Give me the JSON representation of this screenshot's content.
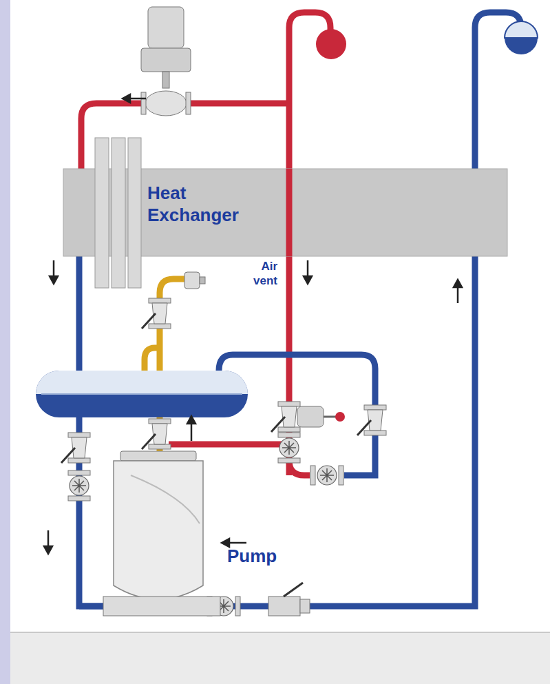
{
  "diagram": {
    "nodes": [
      {
        "text": [
          "Heat Exchanger"
        ]
      },
      {
        "text": [
          "Pump"
        ]
      }
    ],
    "edges": [
      {
        "from": 0,
        "to": 1,
        "arrow": "none"
      }
    ],
    "labels": [
      "Air vent"
    ]
  }
}
